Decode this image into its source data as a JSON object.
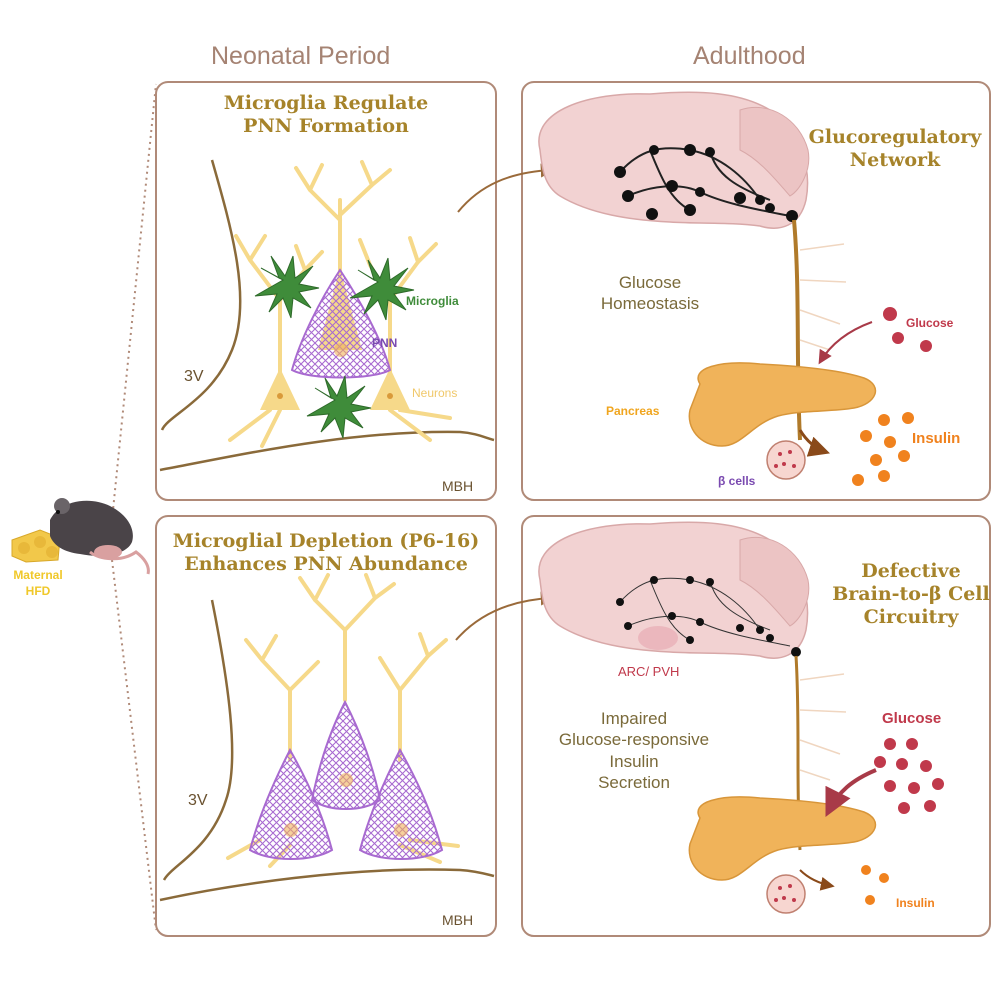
{
  "columns": {
    "left": "Neonatal Period",
    "right": "Adulthood"
  },
  "panel_tl": {
    "title_line1": "Microglia Regulate",
    "title_line2": "PNN Formation",
    "labels": {
      "microglia": "Microglia",
      "pnn": "PNN",
      "neurons": "Neurons",
      "ventricle": "3V",
      "region": "MBH"
    }
  },
  "panel_bl": {
    "title_line1": "Microglial Depletion (P6-16)",
    "title_line2": "Enhances PNN Abundance",
    "labels": {
      "ventricle": "3V",
      "region": "MBH"
    }
  },
  "panel_tr": {
    "title_line1": "Glucoregulatory",
    "title_line2": "Network",
    "body_line1": "Glucose",
    "body_line2": "Homeostasis",
    "labels": {
      "glucose": "Glucose",
      "pancreas": "Pancreas",
      "insulin": "Insulin",
      "beta": "β cells"
    }
  },
  "panel_br": {
    "title_line1": "Defective",
    "title_line2": "Brain-to-β Cell",
    "title_line3": "Circuitry",
    "body_line1": "Impaired",
    "body_line2": "Glucose-responsive",
    "body_line3": "Insulin",
    "body_line4": "Secretion",
    "labels": {
      "arc": "ARC/ PVH",
      "glucose": "Glucose",
      "insulin": "Insulin"
    }
  },
  "mouse": {
    "label_line1": "Maternal",
    "label_line2": "HFD"
  },
  "colors": {
    "panel_border": "#b08a78",
    "title_gold": "#a6832a",
    "neuron_yellow": "#f6d98a",
    "microglia_green": "#3f8c3a",
    "pnn_purple": "#a86ad0",
    "glucose_red": "#c0394b",
    "insulin_orange": "#f0821e",
    "pancreas": "#f0b35a",
    "brain": "#f2d2d2"
  }
}
